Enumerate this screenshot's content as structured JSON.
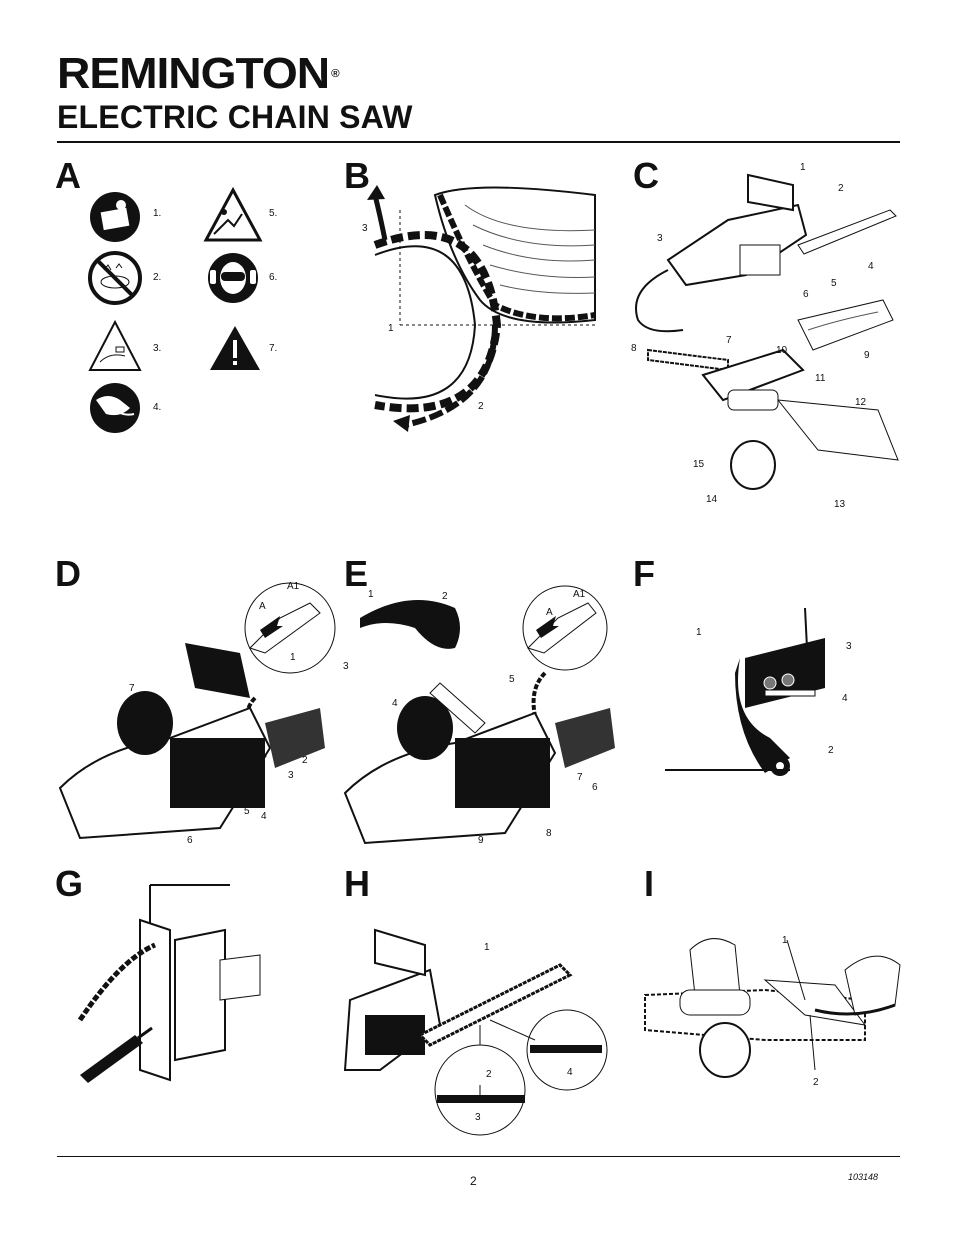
{
  "header": {
    "brand": "REMINGTON",
    "registered": "®",
    "title": "ELECTRIC CHAIN SAW"
  },
  "panels": {
    "A": {
      "letter": "A",
      "labels": [
        "1.",
        "2.",
        "3.",
        "4.",
        "5.",
        "6.",
        "7."
      ]
    },
    "B": {
      "letter": "B",
      "labels": [
        "3",
        "1",
        "2"
      ]
    },
    "C": {
      "letter": "C",
      "labels": [
        "1",
        "2",
        "3",
        "4",
        "5",
        "6",
        "7",
        "8",
        "9",
        "10",
        "11",
        "12",
        "13",
        "14",
        "15"
      ]
    },
    "D": {
      "letter": "D",
      "labels": [
        "A1",
        "A",
        "1",
        "7",
        "2",
        "3",
        "5",
        "4",
        "6"
      ]
    },
    "E": {
      "letter": "E",
      "labels": [
        "1",
        "2",
        "A1",
        "A",
        "3",
        "5",
        "4",
        "7",
        "6",
        "8",
        "9"
      ]
    },
    "F": {
      "letter": "F",
      "labels": [
        "1",
        "3",
        "4",
        "2"
      ]
    },
    "G": {
      "letter": "G",
      "labels": []
    },
    "H": {
      "letter": "H",
      "labels": [
        "1",
        "2",
        "3",
        "4"
      ]
    },
    "I": {
      "letter": "I",
      "labels": [
        "1",
        "2"
      ]
    }
  },
  "footer": {
    "page_number": "2",
    "doc_code": "103148"
  }
}
